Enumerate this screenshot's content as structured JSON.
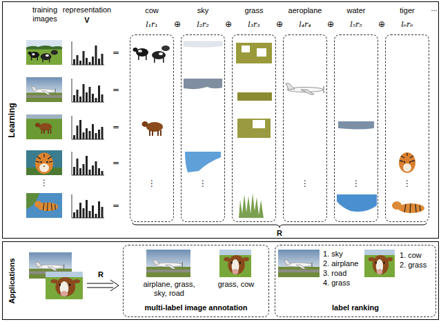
{
  "diagram": {
    "nodes": [
      {
        "text": [
          "Learning"
        ]
      },
      {
        "text": [
          "cow",
          "l₁r₁",
          "⋮"
        ],
        "in": 0
      },
      {
        "text": [
          "sky",
          "l₂r₂",
          "⋮"
        ],
        "in": 0
      },
      {
        "text": [
          "grass",
          "l₃r₃"
        ],
        "in": 0
      },
      {
        "text": [
          "aeroplane",
          "l₄r₄",
          "⋮"
        ],
        "in": 0
      },
      {
        "text": [
          "water",
          "l₅r₅",
          "⋮"
        ],
        "in": 0
      },
      {
        "text": [
          "tiger",
          "l₆r₆",
          "⋮"
        ],
        "in": 0
      },
      {
        "text": [
          "Applications"
        ]
      },
      {
        "text": [
          "airplane, grass, sky, road",
          "grass, cow",
          "multi-label image annotation"
        ],
        "in": 7
      },
      {
        "text": [
          "1. sky",
          "2. airplane",
          "3. road",
          "4. grass",
          "1. cow",
          "2. grass",
          "label ranking"
        ],
        "in": 7
      }
    ],
    "labels": [
      "training images",
      "representation",
      "V",
      "⊕",
      "⊕",
      "⊕",
      "⊕",
      "⊕",
      "...",
      "=",
      "=",
      "=",
      "=",
      "=",
      "⋮",
      "R",
      "R"
    ]
  }
}
